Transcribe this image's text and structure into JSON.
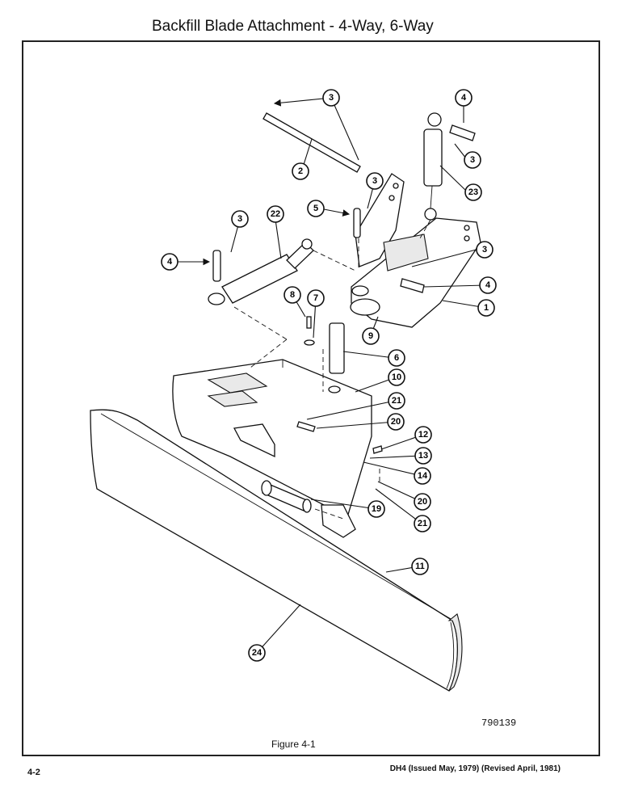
{
  "title": "Backfill Blade Attachment - 4-Way, 6-Way",
  "figure_number": "790139",
  "figure_caption": "Figure 4-1",
  "page_number": "4-2",
  "doc_reference": "DH4 (Issued May, 1979) (Revised April, 1981)",
  "callouts": [
    "1",
    "2",
    "3",
    "4",
    "5",
    "6",
    "7",
    "8",
    "9",
    "10",
    "11",
    "12",
    "13",
    "14",
    "19",
    "20",
    "21",
    "22",
    "23",
    "24"
  ]
}
